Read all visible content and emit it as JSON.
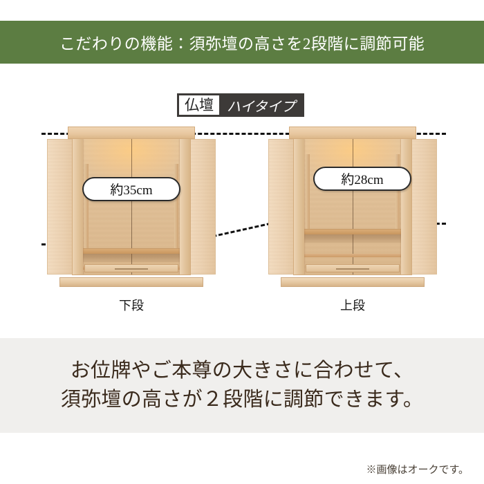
{
  "header": {
    "title": "こだわりの機能：須弥壇の高さを2段階に調節可能",
    "background_color": "#5c7d42"
  },
  "badge": {
    "primary_label": "仏壇",
    "secondary_label": "ハイタイプ",
    "background_color": "#3d3a38"
  },
  "diagram": {
    "cabinets": [
      {
        "id": "lower",
        "caption": "下段",
        "measurement": "約35cm",
        "shelf_position": "low"
      },
      {
        "id": "upper",
        "caption": "上段",
        "measurement": "約28cm",
        "shelf_position": "high"
      }
    ]
  },
  "message": {
    "line1": "お位牌やご本尊の大きさに合わせて、",
    "line2": "須弥壇の高さが２段階に調節できます。",
    "background_color": "#f0efed"
  },
  "footnote": {
    "text": "※画像はオークです。"
  }
}
